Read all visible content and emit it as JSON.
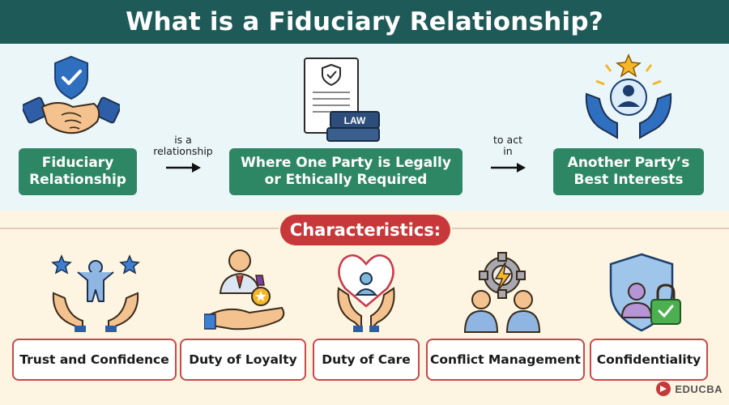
{
  "title": "What is a Fiduciary Relationship?",
  "definition": {
    "box1": "Fiduciary Relationship",
    "connector1": "is a relationship",
    "box2": "Where One Party is Legally or Ethically Required",
    "connector2": "to act in",
    "box3": "Another Party’s Best Interests"
  },
  "characteristics_heading": "Characteristics:",
  "characteristics": [
    {
      "label": "Trust and Confidence",
      "icon": "person-stars-hands-icon"
    },
    {
      "label": "Duty of Loyalty",
      "icon": "medal-hand-icon"
    },
    {
      "label": "Duty of Care",
      "icon": "heart-hands-icon"
    },
    {
      "label": "Conflict Management",
      "icon": "gear-people-icon"
    },
    {
      "label": "Confidentiality",
      "icon": "shield-lock-icon"
    }
  ],
  "icons": {
    "handshake": "handshake-shield-icon",
    "law_document": "law-document-icon",
    "best_interest": "hands-person-star-icon"
  },
  "law_book_text": "LAW",
  "logo_text": "EDUCBA",
  "colors": {
    "title_bar": "#1e5a58",
    "green_box": "#2e8764",
    "red_accent": "#c8383a",
    "top_bg": "#eaf6f8",
    "bottom_bg": "#fdf5e1"
  }
}
